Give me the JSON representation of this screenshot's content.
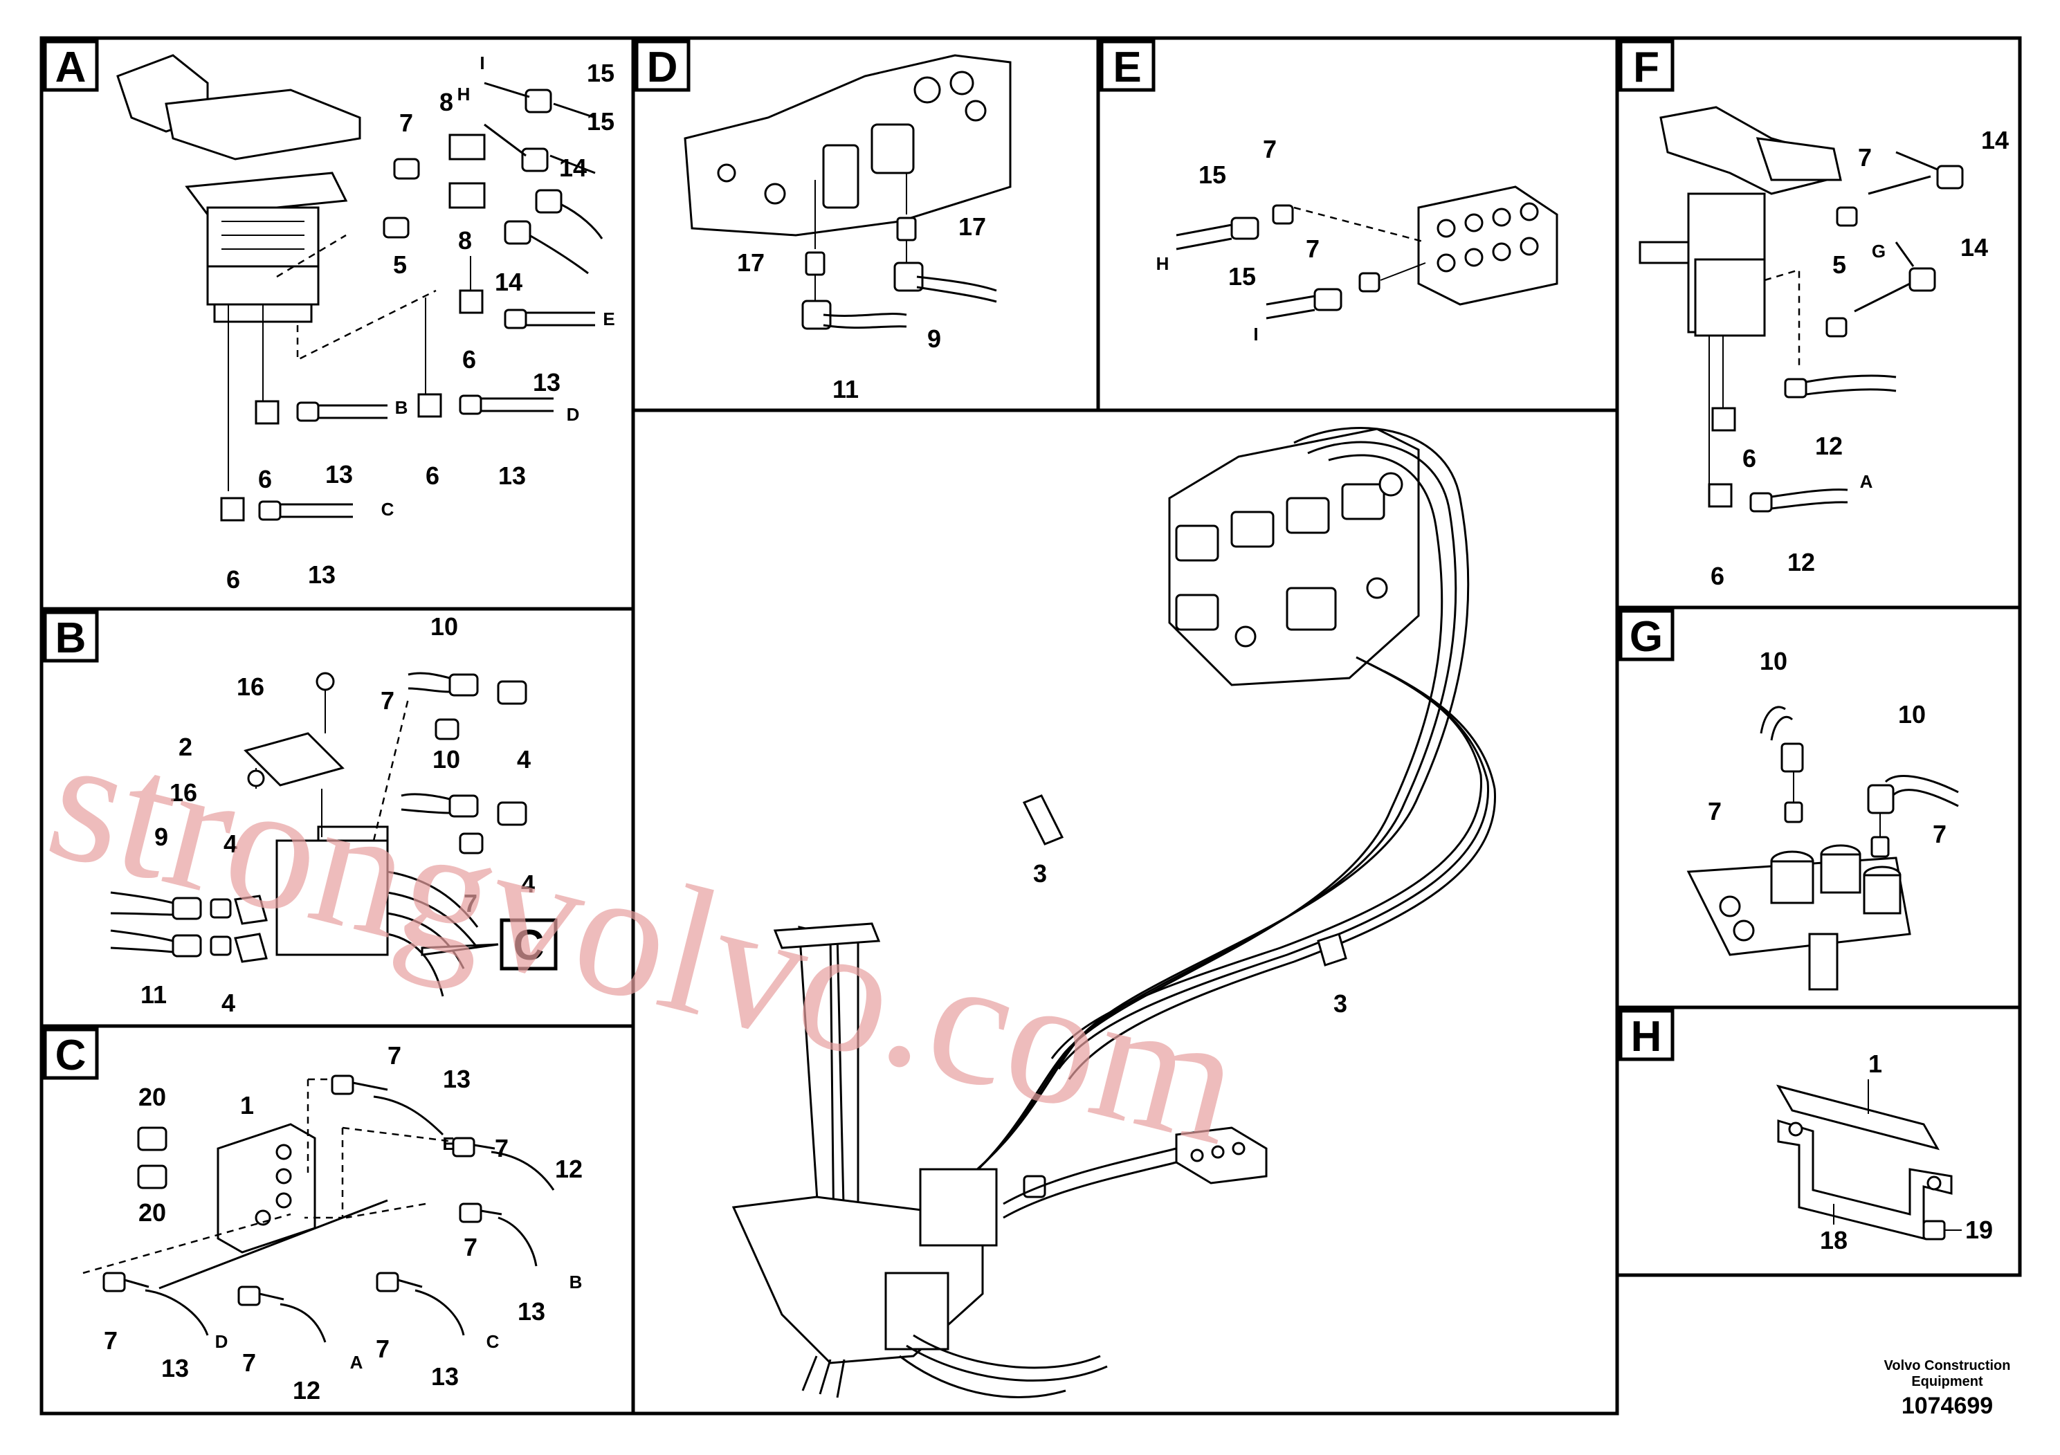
{
  "panels": {
    "a": "A",
    "b": "B",
    "c": "C",
    "d": "D",
    "e": "E",
    "f": "F",
    "g": "G",
    "h": "H",
    "c_ref": "C"
  },
  "parts": {
    "p1": "1",
    "p2": "2",
    "p3": "3",
    "p4": "4",
    "p5": "5",
    "p6": "6",
    "p7": "7",
    "p8": "8",
    "p9": "9",
    "p10": "10",
    "p11": "11",
    "p12": "12",
    "p13": "13",
    "p14": "14",
    "p15": "15",
    "p16": "16",
    "p17": "17",
    "p18": "18",
    "p19": "19",
    "p20": "20"
  },
  "ports": {
    "a": "A",
    "b": "B",
    "c": "C",
    "d": "D",
    "e": "E",
    "g": "G",
    "h": "H",
    "i": "I"
  },
  "watermark": "strongvolvo.com",
  "footer": {
    "company_line1": "Volvo Construction",
    "company_line2": "Equipment",
    "document_number": "1074699"
  }
}
